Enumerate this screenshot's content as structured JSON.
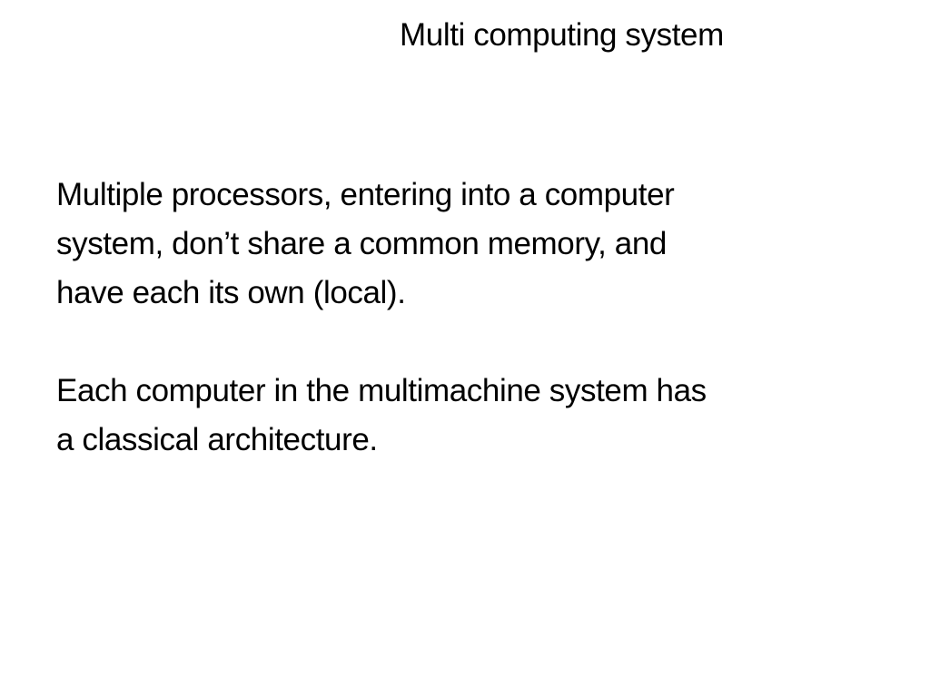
{
  "slide": {
    "title": "Multi computing system",
    "paragraphs": [
      {
        "lines": [
          "Multiple processors, entering into a computer",
          "system, don’t share a common memory, and",
          "have each its own (local)."
        ]
      },
      {
        "lines": [
          "Each computer in the multimachine system has",
          "a classical architecture."
        ]
      }
    ]
  }
}
